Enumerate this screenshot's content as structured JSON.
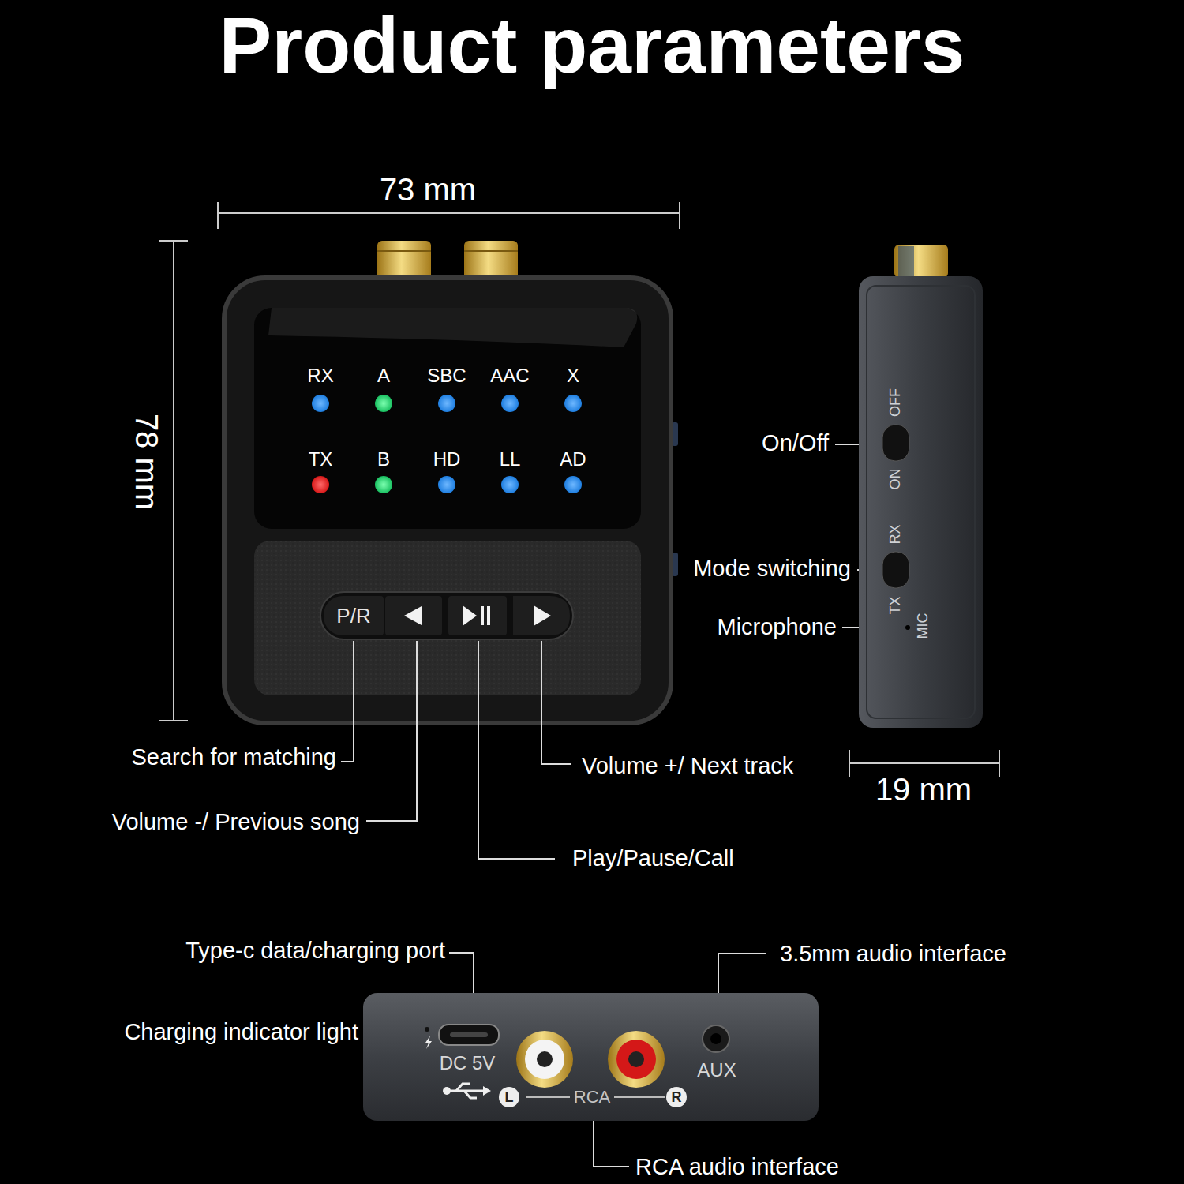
{
  "diagram": {
    "title": "Product parameters",
    "nodes": [
      {
        "text": [
          "P/R"
        ]
      },
      {
        "text": [
          "L"
        ]
      },
      {
        "text": [
          "R"
        ]
      }
    ],
    "labels": [
      "73 mm",
      "78 mm",
      "RX",
      "A",
      "SBC",
      "AAC",
      "X",
      "TX",
      "B",
      "HD",
      "LL",
      "AD",
      "On/Off",
      "OFF",
      "ON",
      "Mode switching",
      "RX",
      "TX",
      "Microphone",
      "MIC",
      "19 mm",
      "Search for matching",
      "Volume +/ Next track",
      "Volume -/ Previous song",
      "Play/Pause/Call",
      "Type-c data/charging port",
      "3.5mm audio interface",
      "Charging indicator light",
      "DC 5V",
      "RCA",
      "AUX",
      "RCA audio interface"
    ]
  }
}
